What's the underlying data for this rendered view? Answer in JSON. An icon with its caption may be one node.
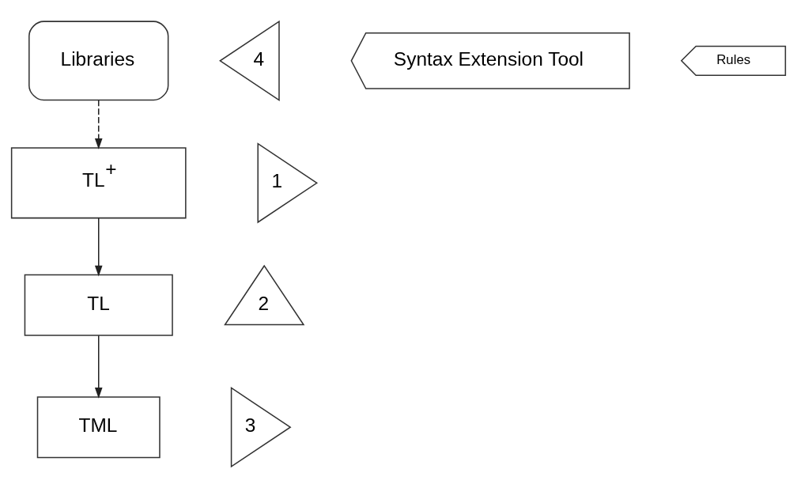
{
  "diagram": {
    "nodes": [
      {
        "text": [
          "Libraries"
        ]
      },
      {
        "text": [
          "4"
        ]
      },
      {
        "text": [
          "1"
        ]
      },
      {
        "text": [
          "TL$^{+}$"
        ]
      },
      {
        "text": [
          "Syntax Extension Tool"
        ]
      },
      {
        "text": [
          "Rules"
        ]
      },
      {
        "text": [
          "TL"
        ]
      },
      {
        "text": [
          "2"
        ]
      },
      {
        "text": [
          "3"
        ]
      },
      {
        "text": [
          "TML"
        ]
      }
    ],
    "edges": [
      {
        "from": 0,
        "to": 3,
        "arrow": "to",
        "style": "dashed"
      },
      {
        "from": 3,
        "to": 6,
        "arrow": "to"
      },
      {
        "from": 6,
        "to": 9,
        "arrow": "to"
      }
    ]
  }
}
